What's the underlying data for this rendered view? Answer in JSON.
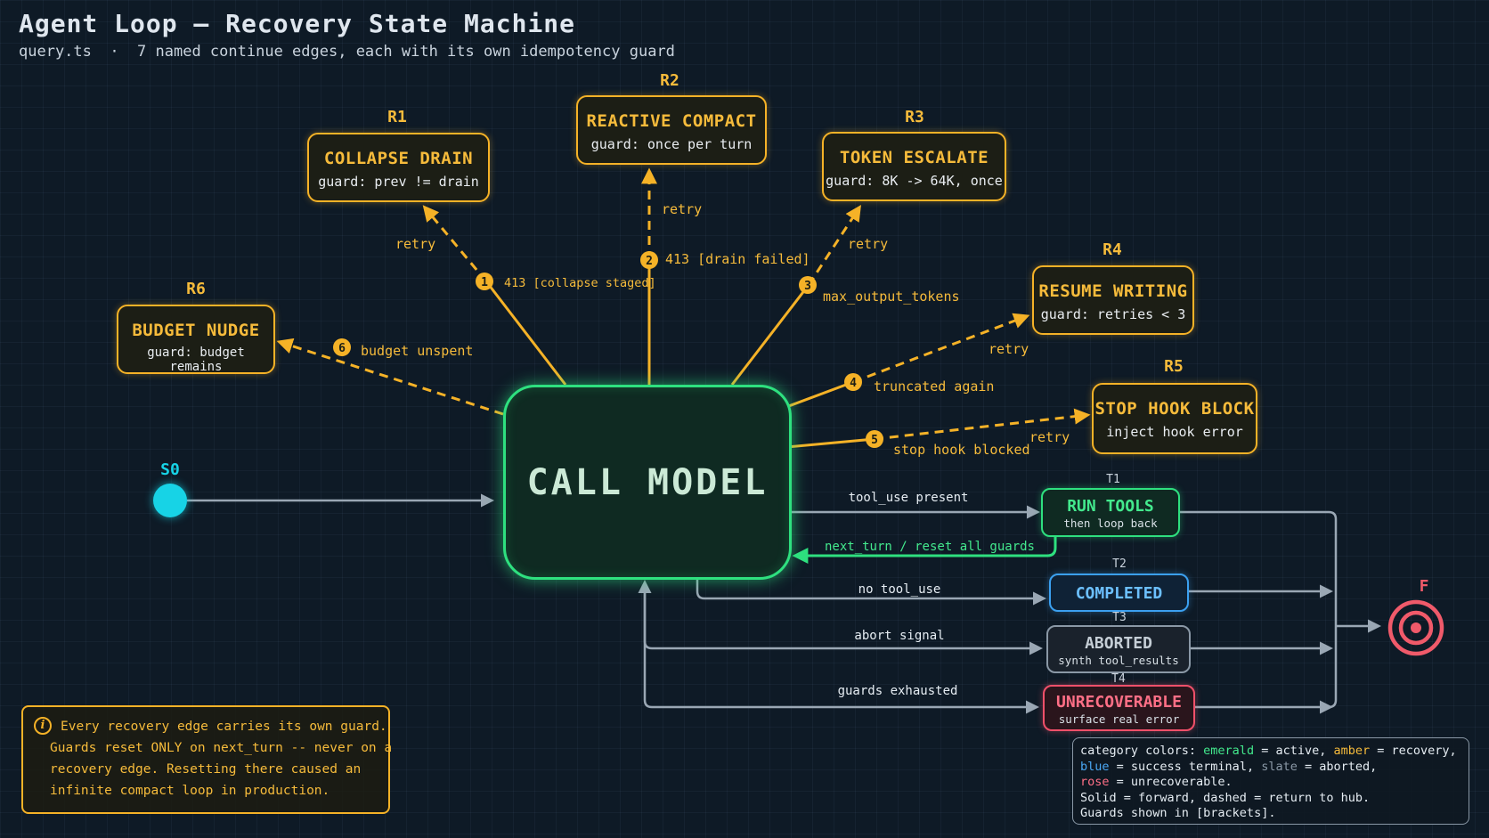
{
  "header": {
    "title": "Agent Loop — Recovery State Machine",
    "subtitle": "query.ts  ·  7 named continue edges, each with its own idempotency guard"
  },
  "colors": {
    "emerald": "#2ee07f",
    "amber": "#f5b227",
    "blue": "#3ba0f0",
    "slate": "#8a98a6",
    "rose": "#f0506a",
    "cyan": "#17d3e6"
  },
  "hub": {
    "label": "CALL MODEL"
  },
  "start": {
    "label": "S0"
  },
  "final": {
    "label": "F",
    "icon": "target-icon"
  },
  "recovery_nodes": [
    {
      "id": "R1",
      "title": "COLLAPSE DRAIN",
      "guard": "guard: prev != drain"
    },
    {
      "id": "R2",
      "title": "REACTIVE COMPACT",
      "guard": "guard: once per turn"
    },
    {
      "id": "R3",
      "title": "TOKEN ESCALATE",
      "guard": "guard: 8K -> 64K, once"
    },
    {
      "id": "R4",
      "title": "RESUME WRITING",
      "guard": "guard: retries < 3"
    },
    {
      "id": "R5",
      "title": "STOP HOOK BLOCK",
      "guard": "inject hook error"
    },
    {
      "id": "R6",
      "title": "BUDGET NUDGE",
      "guard": "guard: budget remains"
    }
  ],
  "recovery_edges": [
    {
      "num": "1",
      "trigger": "413 [collapse staged]",
      "back": "retry"
    },
    {
      "num": "2",
      "trigger": "413 [drain failed]",
      "back": "retry"
    },
    {
      "num": "3",
      "trigger": "max_output_tokens",
      "back": "retry"
    },
    {
      "num": "4",
      "trigger": "truncated again",
      "back": "retry"
    },
    {
      "num": "5",
      "trigger": "stop hook blocked",
      "back": "retry"
    },
    {
      "num": "6",
      "trigger": "budget unspent"
    }
  ],
  "terminal_nodes": [
    {
      "id": "T1",
      "title": "RUN TOOLS",
      "sub": "then loop back"
    },
    {
      "id": "T2",
      "title": "COMPLETED",
      "sub": ""
    },
    {
      "id": "T3",
      "title": "ABORTED",
      "sub": "synth tool_results"
    },
    {
      "id": "T4",
      "title": "UNRECOVERABLE",
      "sub": "surface real error"
    }
  ],
  "terminal_edges": {
    "tool_use": "tool_use present",
    "next_turn": "next_turn / reset all guards",
    "no_tool_use": "no tool_use",
    "abort": "abort signal",
    "exhausted": "guards exhausted"
  },
  "note": {
    "icon": "info-icon",
    "lines": [
      "Every recovery edge carries its own guard.",
      "Guards reset ONLY on next_turn -- never on a",
      "recovery edge. Resetting there caused an",
      "infinite compact loop in production."
    ]
  },
  "legend": {
    "l1_pre": "category colors: ",
    "emerald": "emerald",
    "l1_mid": " = active, ",
    "amber": "amber",
    "l1_post": " = recovery,",
    "blue": "blue",
    "l2_mid": " = success terminal, ",
    "slate": "slate",
    "l2_post": " = aborted,",
    "rose": "rose",
    "l3_post": " = unrecoverable.",
    "l4": "Solid = forward, dashed = return to hub.",
    "l5": "Guards shown in [brackets]."
  }
}
